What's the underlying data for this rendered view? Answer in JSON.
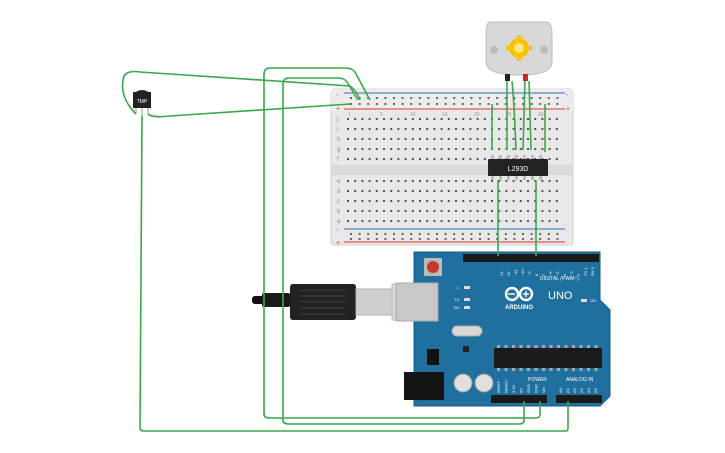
{
  "circuit": {
    "sensor": {
      "label": "TMP"
    },
    "driver_ic": {
      "label": "L293D"
    },
    "arduino": {
      "brand": "ARDUINO",
      "model": "UNO",
      "digital_header": "DIGITAL (PWM~)",
      "power_header": "POWER",
      "analog_header": "ANALOG IN",
      "on_led": "ON",
      "led_l": "L",
      "led_tx": "TX",
      "led_rx": "RX",
      "aref": "AREF",
      "gnd": "GND",
      "digital_pins": [
        "13",
        "12",
        "~11",
        "~10",
        "~9",
        "8",
        "7",
        "~6",
        "~5",
        "4",
        "~3",
        "2",
        "TX 1",
        "RX 0"
      ],
      "power_pins": [
        "IOREF",
        "RESET",
        "3.3V",
        "5V",
        "GND",
        "GND",
        "Vin"
      ],
      "analog_pins": [
        "A0",
        "A1",
        "A2",
        "A3",
        "A4",
        "A5"
      ]
    },
    "breadboard": {
      "row_letters_top": [
        "j",
        "i",
        "h",
        "g",
        "f"
      ],
      "row_letters_bottom": [
        "e",
        "d",
        "c",
        "b",
        "a"
      ],
      "rail_plus": "+",
      "rail_minus": "-",
      "column_numbers": [
        "1",
        "5",
        "10",
        "15",
        "20",
        "25",
        "30"
      ]
    },
    "colors": {
      "wire": "#3aa84a",
      "board": "#1f6f9f",
      "breadboard": "#e9e9e9",
      "rail_red": "#d33",
      "rail_blue": "#356bb3"
    }
  }
}
